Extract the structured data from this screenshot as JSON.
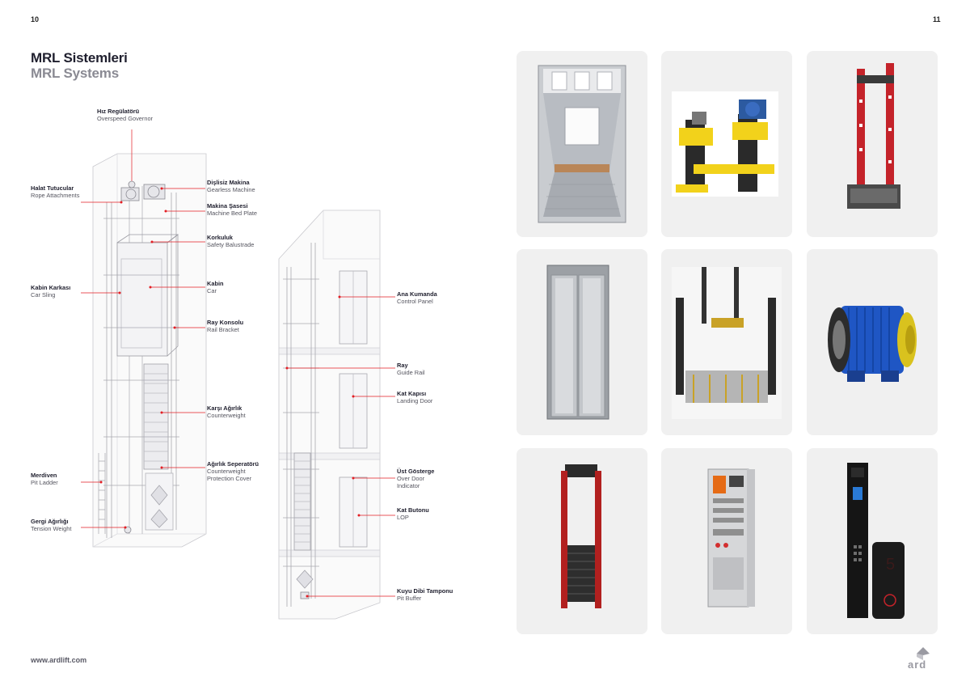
{
  "page": {
    "left_number": "10",
    "right_number": "11"
  },
  "header": {
    "title_tr": "MRL Sistemleri",
    "title_en": "MRL Systems"
  },
  "labels": {
    "hiz": {
      "tr": "Hız Regülatörü",
      "en": "Overspeed Governor"
    },
    "halat": {
      "tr": "Halat Tutucular",
      "en": "Rope Attachments"
    },
    "disliz": {
      "tr": "Dişlisiz Makina",
      "en": "Gearless Machine"
    },
    "makina_sasesi": {
      "tr": "Makina Şasesi",
      "en": "Machine Bed Plate"
    },
    "korkuluk": {
      "tr": "Korkuluk",
      "en": "Safety Balustrade"
    },
    "kabin_karkasi": {
      "tr": "Kabin Karkası",
      "en": "Car Sling"
    },
    "kabin": {
      "tr": "Kabin",
      "en": "Car"
    },
    "ray_konsolu": {
      "tr": "Ray Konsolu",
      "en": "Rail Bracket"
    },
    "ana_kumanda": {
      "tr": "Ana Kumanda",
      "en": "Control Panel"
    },
    "ray": {
      "tr": "Ray",
      "en": "Guide Rail"
    },
    "kat_kapisi": {
      "tr": "Kat Kapısı",
      "en": "Landing Door"
    },
    "karsi_agirlik": {
      "tr": "Karşı Ağırlık",
      "en": "Counterweight"
    },
    "agirlik_sep": {
      "tr": "Ağırlık Seperatörü",
      "en1": "Counterweight",
      "en2": "Protection Cover"
    },
    "ust_gosterge": {
      "tr": "Üst Gösterge",
      "en1": "Over Door",
      "en2": "Indicator"
    },
    "merdiven": {
      "tr": "Merdiven",
      "en": "Pit Ladder"
    },
    "kat_butonu": {
      "tr": "Kat Butonu",
      "en": "LOP"
    },
    "gergi": {
      "tr": "Gergi Ağırlığı",
      "en": "Tension Weight"
    },
    "kuyu_dibi": {
      "tr": "Kuyu Dibi Tamponu",
      "en": "Pit Buffer"
    }
  },
  "footer": {
    "url": "www.ardlift.com",
    "logo_text": "ard"
  },
  "colors": {
    "accent": "#e31e24",
    "title": "#1f1f2e",
    "subtitle": "#8a8a93",
    "card_bg": "#f0f0f0"
  },
  "product_images": [
    "car-interior",
    "gearless-machine-frame",
    "red-car-sling",
    "landing-door",
    "shaft-view",
    "blue-gearless-motor",
    "counterweight-frame",
    "control-cabinet",
    "lop-panel"
  ]
}
